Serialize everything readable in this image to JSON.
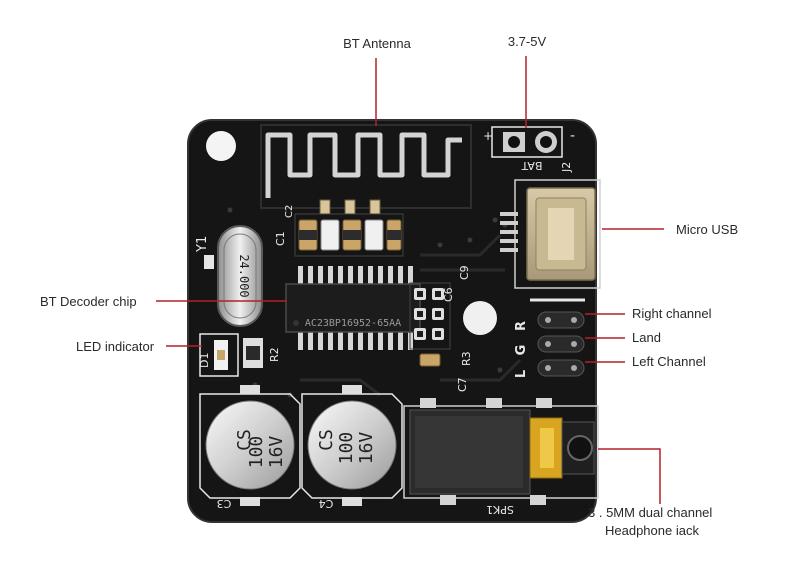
{
  "labels": {
    "bt_antenna": "BT Antenna",
    "voltage": "3.7-5V",
    "micro_usb": "Micro USB",
    "bt_decoder_chip": "BT Decoder chip",
    "led_indicator": "LED indicator",
    "right_channel": "Right channel",
    "land": "Land",
    "left_channel": "Left Channel",
    "headphone_line1": "3 . 5MM dual channel",
    "headphone_line2": "Headphone iack"
  },
  "silkscreen": {
    "y1": "Y1",
    "crystal": "24.000",
    "c1": "C1",
    "c2": "C2",
    "c3": "C3",
    "c4": "C4",
    "c6": "C6",
    "c7": "C7",
    "c9": "C9",
    "r2": "R2",
    "r3": "R3",
    "d1": "D1",
    "j2": "J2",
    "bat": "BAT",
    "spk1": "SPK1",
    "r": "R",
    "g": "G",
    "l": "L",
    "chip": "AC23BP16952-65AA",
    "cap_brand": "CS",
    "cap_value": "100",
    "cap_voltage": "16V",
    "plus": "+",
    "minus": "-"
  },
  "colors": {
    "label_line": "#b3202a",
    "board": "#151515",
    "silk": "#e8e8e8",
    "gold": "#d9a520"
  }
}
